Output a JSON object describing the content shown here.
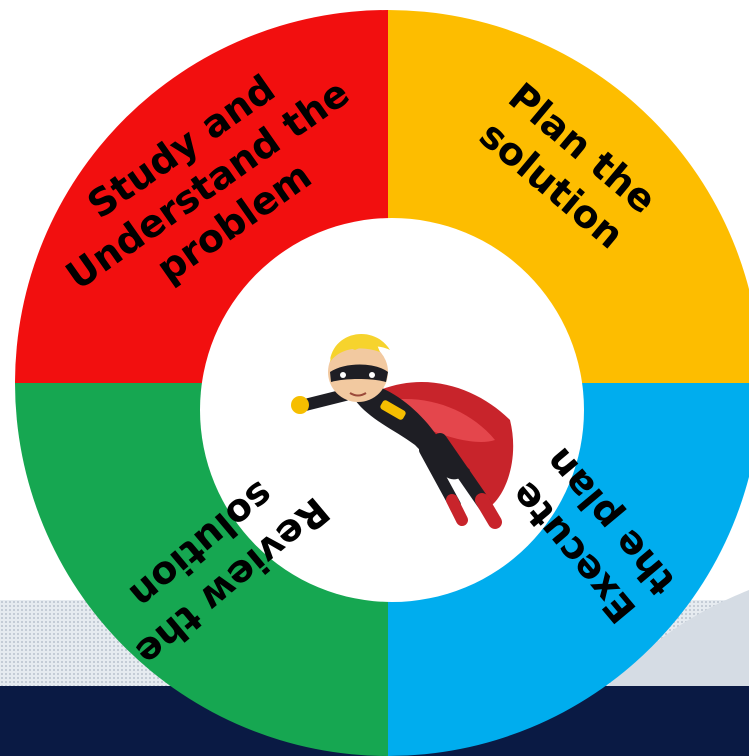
{
  "diagram": {
    "segments": [
      {
        "id": "study",
        "lines": [
          "Study and",
          "Understand the",
          "problem"
        ],
        "color": "#F20F0F"
      },
      {
        "id": "plan",
        "lines": [
          "Plan the",
          "solution"
        ],
        "color": "#FDBD00"
      },
      {
        "id": "execute",
        "lines": [
          "Execute",
          "the plan"
        ],
        "color": "#00ADEE"
      },
      {
        "id": "review",
        "lines": [
          "Review the",
          "solution"
        ],
        "color": "#16A751"
      }
    ],
    "center": {
      "icon": "flying-superhero-icon"
    },
    "colors": {
      "footer_bar": "#0A1A44",
      "footer_texture": "#CBD3DC",
      "center": "#FFFFFF"
    }
  }
}
